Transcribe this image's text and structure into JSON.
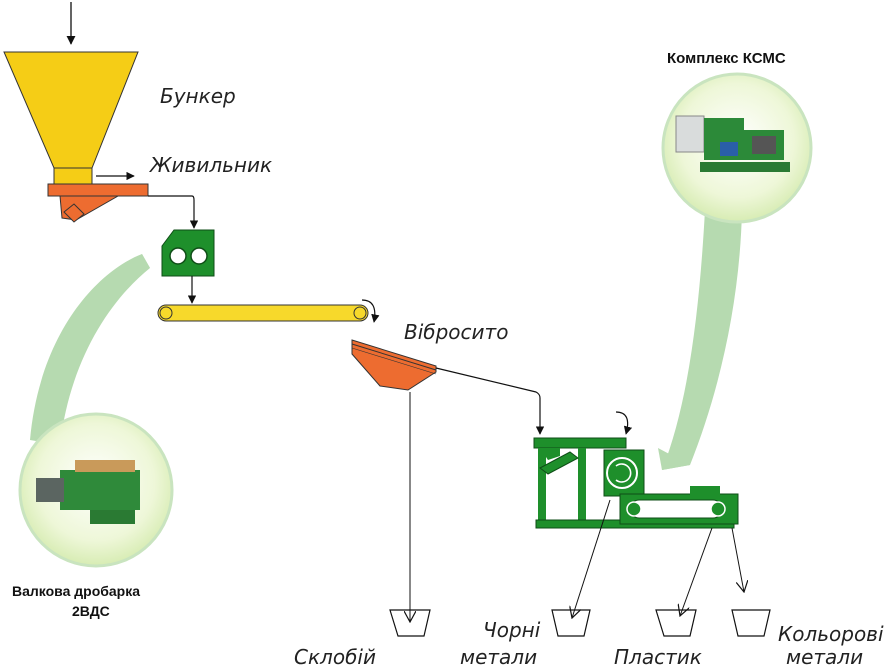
{
  "labels": {
    "bunker": "Бункер",
    "feeder": "Живильник",
    "screen": "Вібросито",
    "glass": "Склобій",
    "ferrous_line1": "Чорні",
    "ferrous_line2": "метали",
    "plastic": "Пластик",
    "nonferrous_line1": "Кольорові",
    "nonferrous_line2": "метали"
  },
  "callouts": {
    "complex_title": "Комплекс КСМС",
    "crusher_line1": "Валкова дробарка",
    "crusher_line2": "2ВДС"
  },
  "colors": {
    "hopper": "#f5cd16",
    "feeder": "#ed6c30",
    "conveyor": "#f7d92b",
    "machine": "#1e8f2b",
    "callout": "#a8d3a4",
    "circle_fill": "#e7f3c9"
  }
}
